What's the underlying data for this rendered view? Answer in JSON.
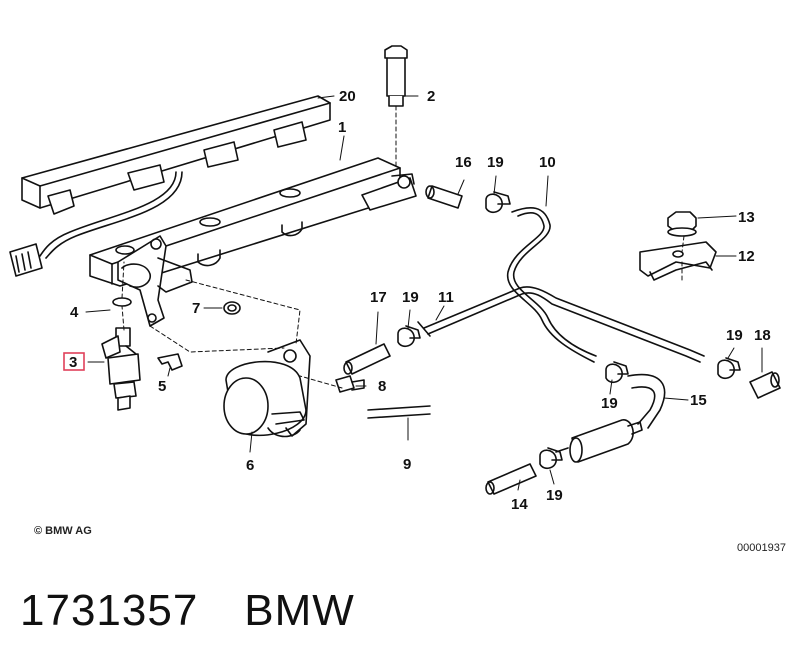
{
  "diagram": {
    "callouts": {
      "c1": "1",
      "c2": "2",
      "c3": "3",
      "c4": "4",
      "c5": "5",
      "c6": "6",
      "c7": "7",
      "c8": "8",
      "c9": "9",
      "c10": "10",
      "c11": "11",
      "c12": "12",
      "c13": "13",
      "c14": "14",
      "c15": "15",
      "c16": "16",
      "c17": "17",
      "c18": "18",
      "c19a": "19",
      "c19b": "19",
      "c19c": "19",
      "c19d": "19",
      "c19e": "19",
      "c20": "20"
    },
    "highlight_color": "#e0405a",
    "copyright": "© BMW AG",
    "drawing_number": "00001937"
  },
  "footer": {
    "part_number": "1731357",
    "brand": "BMW"
  }
}
